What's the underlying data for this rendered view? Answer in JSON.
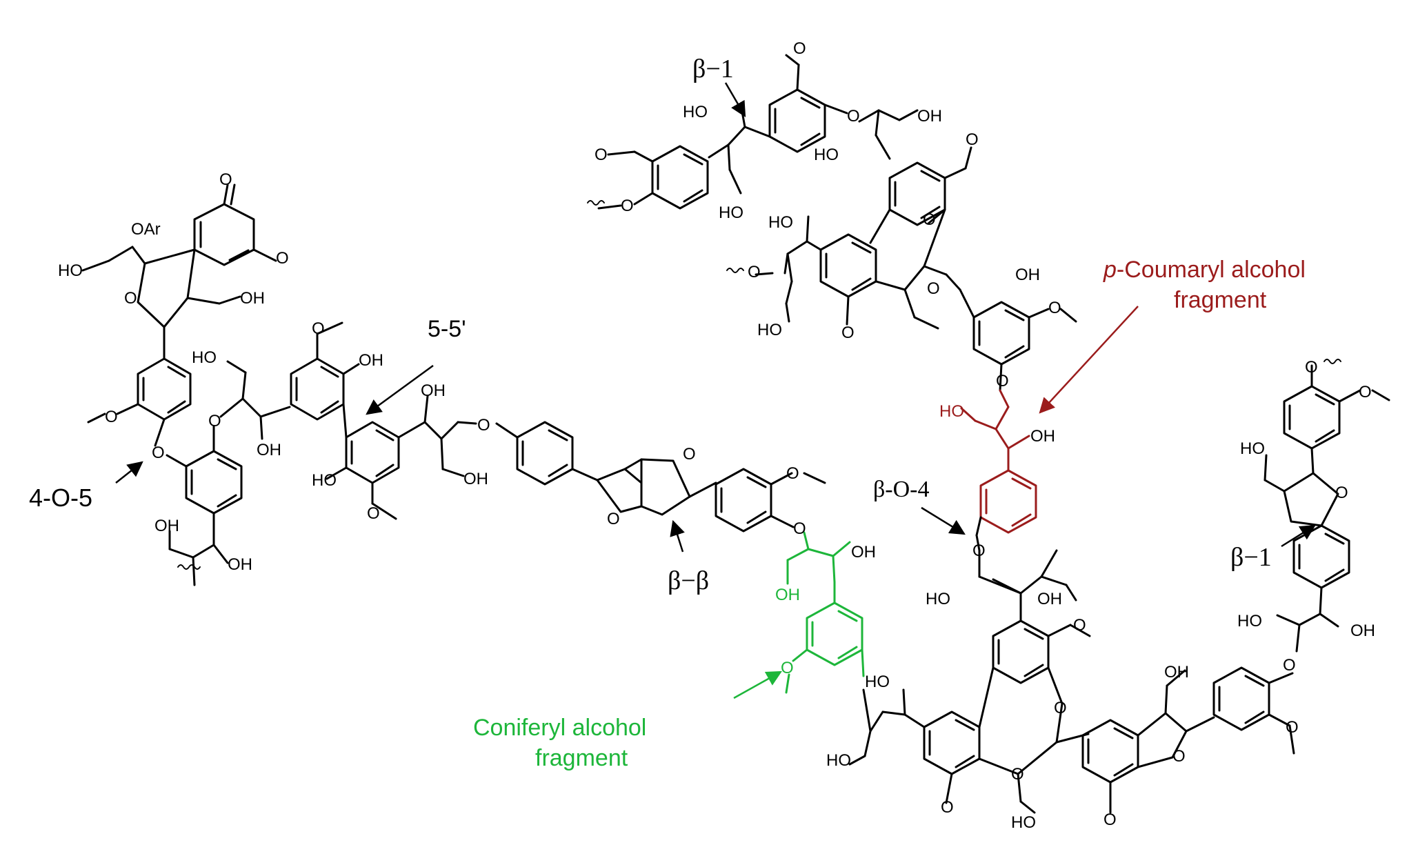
{
  "labels": {
    "beta1_top": "β−1",
    "beta1_right": "β−1",
    "five5": "5-5'",
    "four_o_5": "4-O-5",
    "beta_beta": "β−β",
    "beta_o_4": "β-O-4",
    "coumaryl_prefix": "p",
    "coumaryl_line1": "-Coumaryl alcohol",
    "coumaryl_line2": "fragment",
    "coniferyl_line1": "Coniferyl alcohol",
    "coniferyl_line2": "fragment"
  },
  "atoms": {
    "ho": "HO",
    "oh": "OH",
    "o": "O",
    "oar": "OAr"
  },
  "colors": {
    "ink": "#000000",
    "coumaryl": "#9b1c1c",
    "coniferyl": "#1db63a"
  }
}
